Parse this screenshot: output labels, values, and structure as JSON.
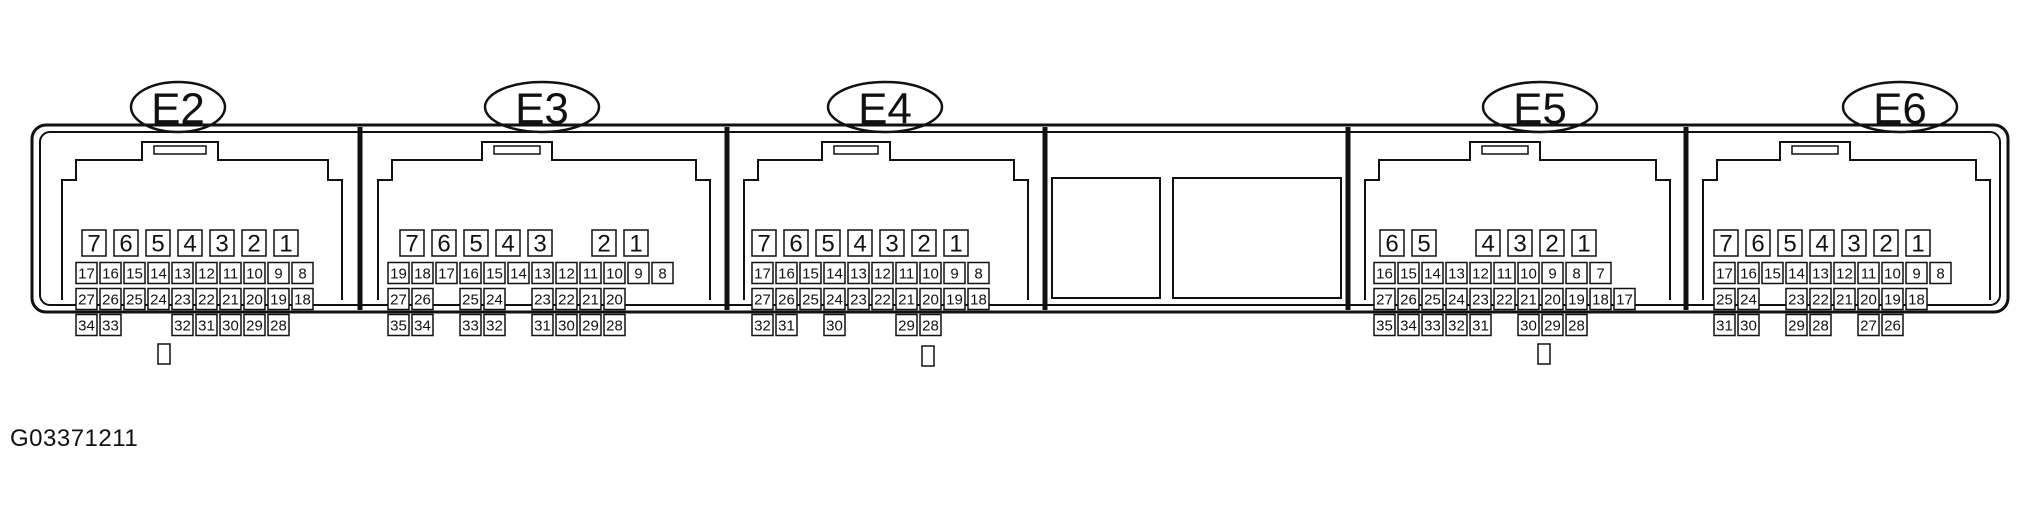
{
  "figure_code": "G03371211",
  "connectors": [
    {
      "id": "E2",
      "rows": [
        [
          "7",
          "6",
          "5",
          "4",
          "3",
          "2",
          "1"
        ],
        [
          "17",
          "16",
          "15",
          "14",
          "13",
          "12",
          "11",
          "10",
          "9",
          "8"
        ],
        [
          "27",
          "26",
          "25",
          "24",
          "23",
          "22",
          "21",
          "20",
          "19",
          "18"
        ],
        [
          "34",
          "33",
          "",
          "",
          "32",
          "31",
          "30",
          "29",
          "28"
        ]
      ]
    },
    {
      "id": "E3",
      "rows": [
        [
          "7",
          "6",
          "5",
          "4",
          "3",
          "",
          "2",
          "1"
        ],
        [
          "19",
          "18",
          "17",
          "16",
          "15",
          "14",
          "13",
          "12",
          "11",
          "10",
          "9",
          "8"
        ],
        [
          "27",
          "26",
          "",
          "25",
          "24",
          "",
          "23",
          "22",
          "21",
          "20"
        ],
        [
          "35",
          "34",
          "",
          "33",
          "32",
          "",
          "31",
          "30",
          "29",
          "28"
        ]
      ]
    },
    {
      "id": "E4",
      "rows": [
        [
          "7",
          "6",
          "5",
          "4",
          "3",
          "2",
          "1"
        ],
        [
          "17",
          "16",
          "15",
          "14",
          "13",
          "12",
          "11",
          "10",
          "9",
          "8"
        ],
        [
          "27",
          "26",
          "25",
          "24",
          "23",
          "22",
          "21",
          "20",
          "19",
          "18"
        ],
        [
          "32",
          "31",
          "",
          "30",
          "",
          "",
          "29",
          "28"
        ]
      ]
    },
    {
      "id": "E5",
      "rows": [
        [
          "6",
          "5",
          "",
          "4",
          "3",
          "2",
          "1"
        ],
        [
          "16",
          "15",
          "14",
          "13",
          "12",
          "11",
          "10",
          "9",
          "8",
          "7"
        ],
        [
          "27",
          "26",
          "25",
          "24",
          "23",
          "22",
          "21",
          "20",
          "19",
          "18",
          "17"
        ],
        [
          "35",
          "34",
          "33",
          "32",
          "31",
          "",
          "30",
          "29",
          "28"
        ]
      ]
    },
    {
      "id": "E6",
      "rows": [
        [
          "7",
          "6",
          "5",
          "4",
          "3",
          "2",
          "1"
        ],
        [
          "17",
          "16",
          "15",
          "14",
          "13",
          "12",
          "11",
          "10",
          "9",
          "8"
        ],
        [
          "25",
          "24",
          "",
          "23",
          "22",
          "21",
          "20",
          "19",
          "18"
        ],
        [
          "31",
          "30",
          "",
          "29",
          "28",
          "",
          "27",
          "26"
        ]
      ]
    }
  ]
}
